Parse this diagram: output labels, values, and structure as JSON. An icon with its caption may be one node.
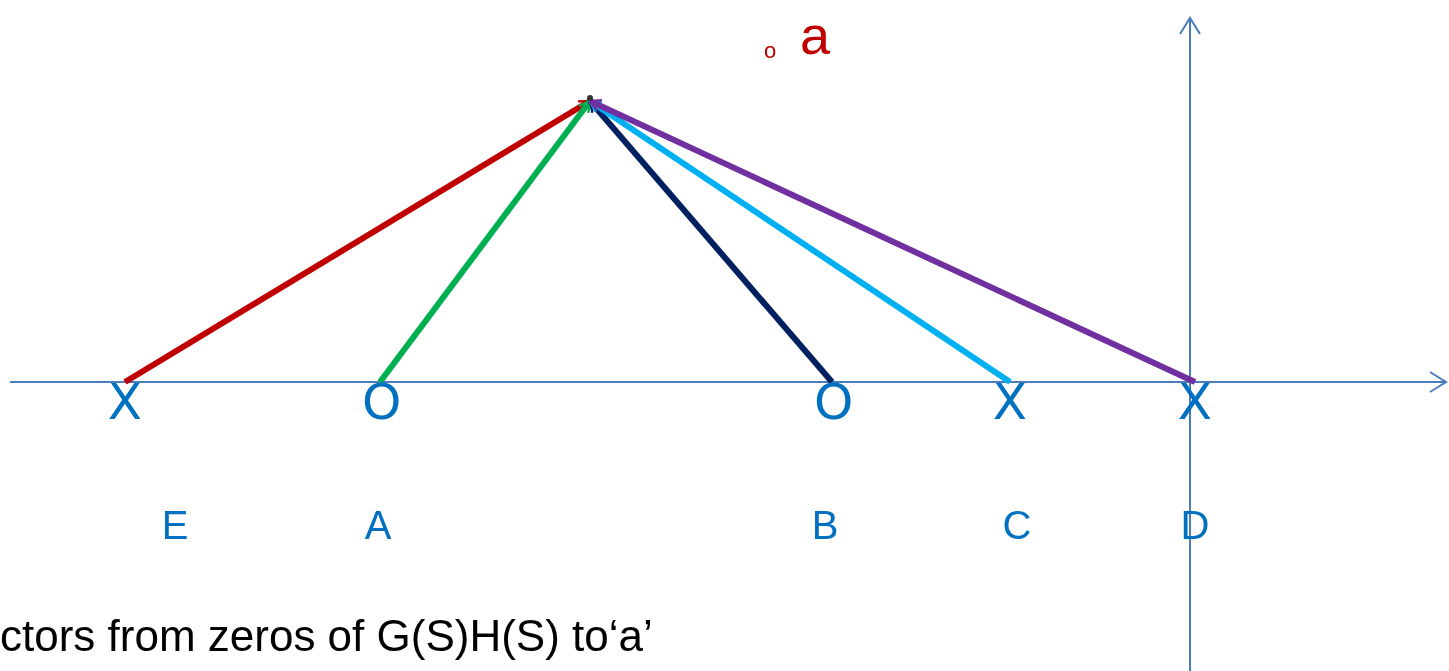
{
  "diagram": {
    "caption": "ctors from zeros of G(S)H(S) to‘a’",
    "nodes": [
      {
        "text": [
          "X"
        ],
        "beside": [
          "E"
        ]
      },
      {
        "text": [
          "O"
        ],
        "beside": [
          "A"
        ]
      },
      {
        "text": [
          "O"
        ],
        "beside": [
          "B"
        ]
      },
      {
        "text": [
          "X"
        ],
        "beside": [
          "C"
        ]
      },
      {
        "text": [
          "X"
        ],
        "beside": [
          "D"
        ]
      },
      {
        "text": [],
        "shape": "point"
      }
    ],
    "edges": [
      {
        "from": 0,
        "to": 5,
        "arrow": "to",
        "color": "#c00000"
      },
      {
        "from": 1,
        "to": 5,
        "arrow": "to",
        "color": "#00b050"
      },
      {
        "from": 2,
        "to": 5,
        "arrow": "to",
        "color": "#002060"
      },
      {
        "from": 3,
        "to": 5,
        "arrow": "to",
        "color": "#00b0f0"
      },
      {
        "from": 4,
        "to": 5,
        "arrow": "to",
        "color": "#7030a0"
      }
    ],
    "labels": [
      "o",
      "a"
    ]
  }
}
